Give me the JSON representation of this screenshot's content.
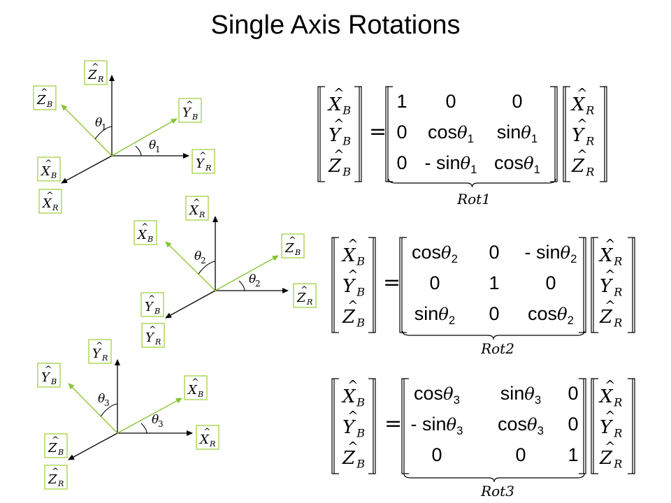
{
  "title": "Single Axis Rotations",
  "colors": {
    "frame_r": "#000000",
    "frame_b": "#86c232",
    "label_border": "#9acd32"
  },
  "rotations": [
    {
      "frame_labels": {
        "up": "Z_R",
        "right": "Y_R",
        "diag_lower": "X_B",
        "diag_lower2": "X_R",
        "green_up_left": "Z_B",
        "green_up_right": "Y_B"
      },
      "angle_label": "θ",
      "angle_index": "1",
      "vector_lhs": [
        "X_B",
        "Y_B",
        "Z_B"
      ],
      "vector_rhs": [
        "X_R",
        "Y_R",
        "Z_R"
      ],
      "matrix": [
        [
          "1",
          "0",
          "0"
        ],
        [
          "0",
          "cosθ_1",
          "sinθ_1"
        ],
        [
          "0",
          "- sinθ_1",
          "cosθ_1"
        ]
      ],
      "brace_label": "Rot1"
    },
    {
      "frame_labels": {
        "up": "X_R",
        "right": "Z_R",
        "diag_lower": "Y_B",
        "diag_lower2": "Y_R",
        "green_up_left": "X_B",
        "green_up_right": "Z_B"
      },
      "angle_label": "θ",
      "angle_index": "2",
      "vector_lhs": [
        "X_B",
        "Y_B",
        "Z_B"
      ],
      "vector_rhs": [
        "X_R",
        "Y_R",
        "Z_R"
      ],
      "matrix": [
        [
          "cosθ_2",
          "0",
          "- sinθ_2"
        ],
        [
          "0",
          "1",
          "0"
        ],
        [
          "sinθ_2",
          "0",
          "cosθ_2"
        ]
      ],
      "brace_label": "Rot2"
    },
    {
      "frame_labels": {
        "up": "Y_R",
        "right": "X_R",
        "diag_lower": "Z_B",
        "diag_lower2": "Z_R",
        "green_up_left": "Y_B",
        "green_up_right": "X_B"
      },
      "angle_label": "θ",
      "angle_index": "3",
      "vector_lhs": [
        "X_B",
        "Y_B",
        "Z_B"
      ],
      "vector_rhs": [
        "X_R",
        "Y_R",
        "Z_R"
      ],
      "matrix": [
        [
          "cosθ_3",
          "sinθ_3",
          "0"
        ],
        [
          "- sinθ_3",
          "cosθ_3",
          "0"
        ],
        [
          "0",
          "0",
          "1"
        ]
      ],
      "brace_label": "Rot3"
    }
  ],
  "equals": "="
}
